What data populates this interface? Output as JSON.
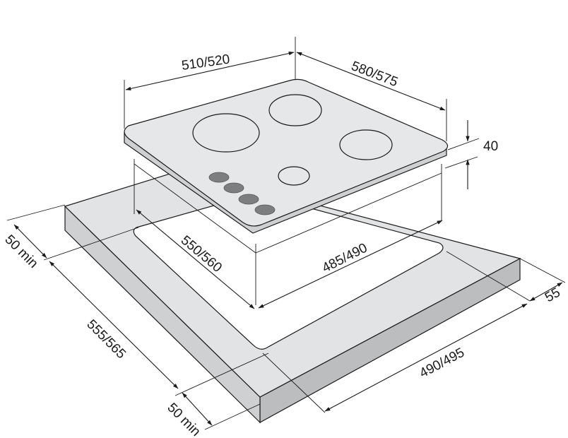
{
  "diagram": {
    "dimensions": {
      "hob_width": "510/520",
      "hob_depth": "580/575",
      "hob_height": "40",
      "cutout_depth": "550/560",
      "cutout_width": "485/490",
      "rear_clearance": "50 min",
      "worktop_depth": "555/565",
      "front_clearance": "50 min",
      "worktop_width": "490/495",
      "side_clearance": "55"
    },
    "colors": {
      "hob_surface": "#e6e7e8",
      "worktop_top": "#e2e3e4",
      "worktop_side": "#cfd0d2",
      "worktop_front": "#bcbdbf",
      "burner_fill": "#e6e7e8",
      "knob_fill": "#7d7e80",
      "line": "#1a1a1a"
    },
    "icons": [
      "burner-large",
      "burner-rear",
      "burner-right",
      "burner-small",
      "control-knob"
    ]
  }
}
